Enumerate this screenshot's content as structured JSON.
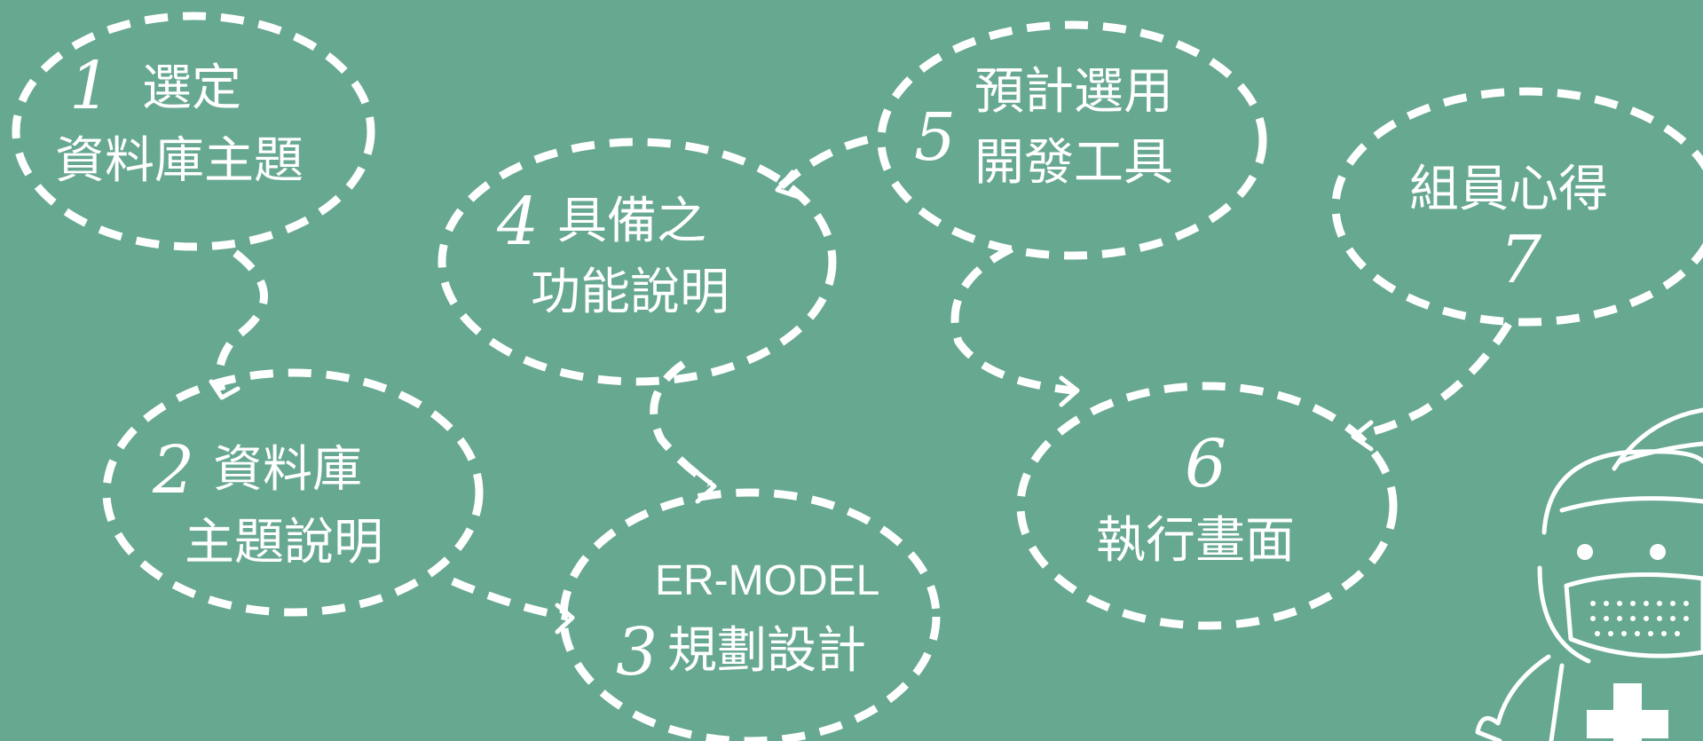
{
  "nodes": [
    {
      "number": "1",
      "lines": [
        "選定",
        "資料庫主題"
      ]
    },
    {
      "number": "2",
      "lines": [
        "資料庫",
        "主題說明"
      ]
    },
    {
      "number": "3",
      "lines": [
        "ER-MODEL",
        "規劃設計"
      ]
    },
    {
      "number": "4",
      "lines": [
        "具備之",
        "功能說明"
      ]
    },
    {
      "number": "5",
      "lines": [
        "預計選用",
        "開發工具"
      ]
    },
    {
      "number": "6",
      "lines": [
        "執行畫面"
      ]
    },
    {
      "number": "7",
      "lines": [
        "組員心得"
      ]
    }
  ],
  "colors": {
    "background": "#67a891",
    "stroke": "#ffffff"
  }
}
